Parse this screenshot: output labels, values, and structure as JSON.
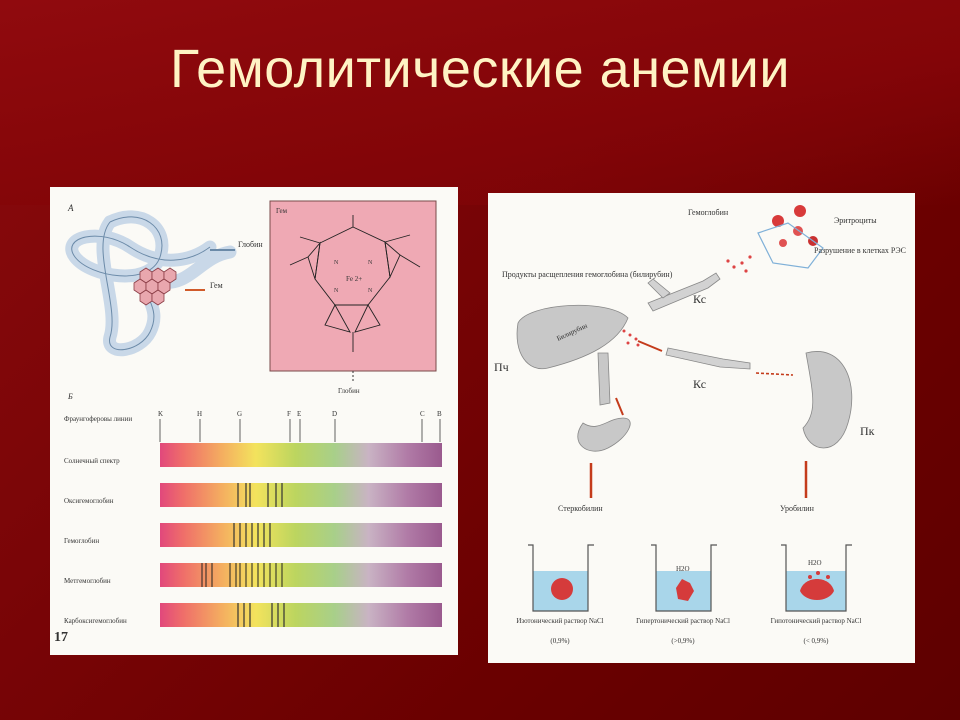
{
  "slide": {
    "title": "Гемолитические анемии"
  },
  "left_figure": {
    "label_a": "A",
    "label_b": "Б",
    "globin_label": "Глобин",
    "heme_label": "Гем",
    "heme_box_label": "Гем",
    "globin_bottom": "Глобин",
    "fe_label": "Fe 2+",
    "page_number": "17",
    "fraunhofer_label": "Фраунгоферовы линии",
    "fraunhofer_letters": [
      "K",
      "H",
      "G",
      "F",
      "E",
      "D",
      "C",
      "B"
    ],
    "spectra": [
      "Солнечный спектр",
      "Оксигемоглобин",
      "Гемоглобин",
      "Метгемоглобин",
      "Карбоксигемоглобин"
    ]
  },
  "right_figure": {
    "hemoglobin": "Гемоглобин",
    "erythrocytes": "Эритроциты",
    "destruction": "Разрушение в клетках РЭС",
    "products": "Продукты расщепления гемоглобина (билирубин)",
    "ks_top": "Кс",
    "ks_mid": "Кс",
    "liver_label": "Пч",
    "liver_text": "Билирубин",
    "kidney_label": "Пк",
    "stercobilin": "Стеркобилин",
    "urobilin": "Уробилин",
    "h2o_a": "H2O",
    "h2o_b": "H2O",
    "beakers": [
      {
        "name": "Изотонический раствор NaCl",
        "conc": "(0,9%)"
      },
      {
        "name": "Гипертонический раствор NaCl",
        "conc": "(>0,9%)"
      },
      {
        "name": "Гипотонический раствор NaCl",
        "conc": "(< 0,9%)"
      }
    ]
  }
}
